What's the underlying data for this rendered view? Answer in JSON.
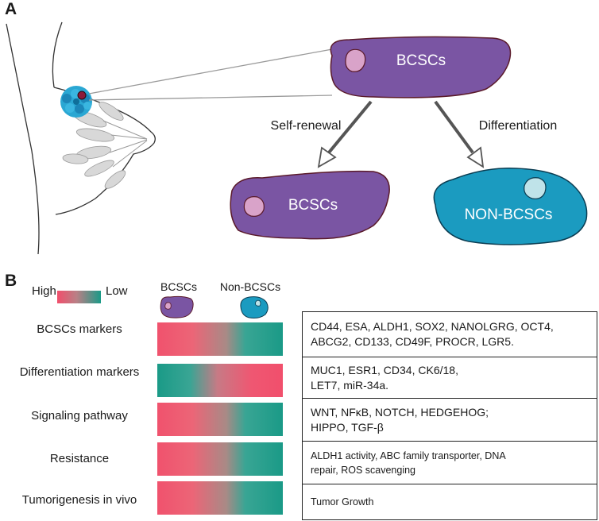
{
  "panel_a": {
    "label": "A",
    "top_cell": "BCSCs",
    "left_cell": "BCSCs",
    "right_cell": "NON-BCSCs",
    "arrow_left_label": "Self-renewal",
    "arrow_right_label": "Differentiation"
  },
  "panel_b": {
    "label": "B",
    "legend_high": "High",
    "legend_low": "Low",
    "col_bcscs": "BCSCs",
    "col_non_bcscs": "Non-BCSCs",
    "rows": [
      {
        "label": "BCSCs markers",
        "pattern": "high-to-low",
        "text_line1": "CD44, ESA, ALDH1, SOX2, NANOLGRG, OCT4,",
        "text_line2": "ABCG2, CD133, CD49F, PROCR, LGR5."
      },
      {
        "label": "Differentiation markers",
        "pattern": "low-to-high",
        "text_line1": "MUC1, ESR1, CD34, CK6/18,",
        "text_line2": "LET7, miR-34a."
      },
      {
        "label": "Signaling pathway",
        "pattern": "high-to-low",
        "text_line1": "WNT, NFκB, NOTCH, HEDGEHOG;",
        "text_line2": "HIPPO, TGF-β"
      },
      {
        "label": "Resistance",
        "pattern": "high-to-low",
        "text_line1": "ALDH1 activity, ABC family transporter, DNA",
        "text_line2": "repair, ROS scavenging"
      },
      {
        "label": "Tumorigenesis in vivo",
        "pattern": "high-to-low",
        "text_line1": "Tumor Growth",
        "text_line2": ""
      }
    ]
  },
  "colors": {
    "bcsc_purple": "#7a55a3",
    "bcsc_nucleus": "#d9a3c9",
    "non_bcsc_teal": "#1b9bc0",
    "high_red": "#f0526d",
    "low_teal": "#1a9a87",
    "outline": "#5a1a2a"
  }
}
